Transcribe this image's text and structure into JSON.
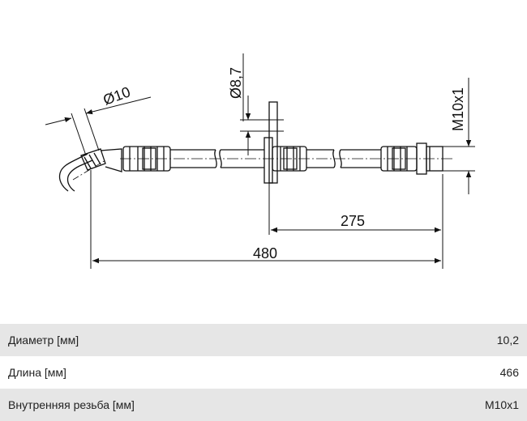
{
  "diagram": {
    "labels": {
      "diameter_hose": "Ø10",
      "diameter_bracket": "Ø8,7",
      "thread": "M10x1",
      "length_partial": "275",
      "length_total": "480"
    }
  },
  "specs": [
    {
      "label": "Диаметр [мм]",
      "value": "10,2"
    },
    {
      "label": "Длина [мм]",
      "value": "466"
    },
    {
      "label": "Внутренняя резьба [мм]",
      "value": "M10x1"
    }
  ],
  "colors": {
    "line": "#111111",
    "row_shade": "#e6e6e6"
  }
}
